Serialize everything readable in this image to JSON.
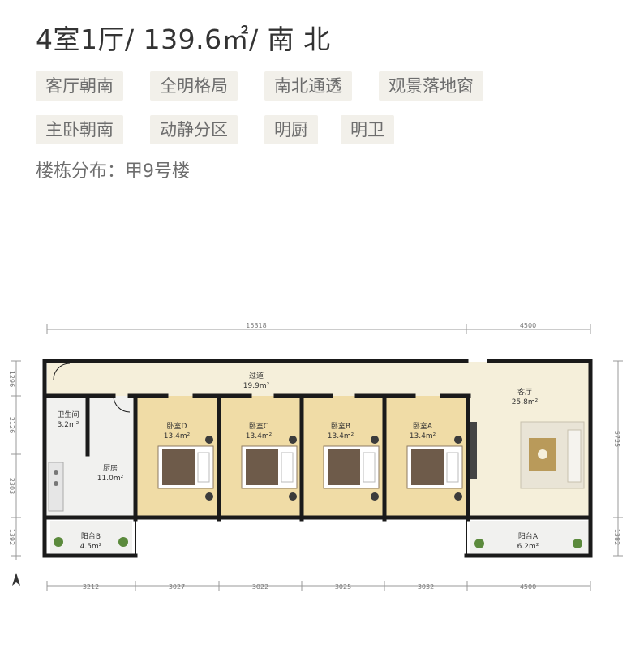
{
  "header": {
    "title": "4室1厅/ 139.6㎡/ 南 北"
  },
  "tags": [
    "客厅朝南",
    "全明格局",
    "南北通透",
    "观景落地窗",
    "主卧朝南",
    "动静分区",
    "明厨",
    "明卫"
  ],
  "building": "楼栋分布：甲9号楼",
  "floorplan": {
    "dims_top": [
      "15318",
      "4500"
    ],
    "dims_bottom": [
      "3212",
      "3027",
      "3022",
      "3025",
      "3032",
      "4500"
    ],
    "dims_left": [
      "1296",
      "2126",
      "2303",
      "1392"
    ],
    "dims_right": [
      "5725",
      "1382"
    ],
    "rooms": {
      "corridor": {
        "name": "过道",
        "area": "19.9m²"
      },
      "living": {
        "name": "客厅",
        "area": "25.8m²"
      },
      "bath": {
        "name": "卫生间",
        "area": "3.2m²"
      },
      "kitchen": {
        "name": "厨房",
        "area": "11.0m²"
      },
      "bedroom_d": {
        "name": "卧室D",
        "area": "13.4m²"
      },
      "bedroom_c": {
        "name": "卧室C",
        "area": "13.4m²"
      },
      "bedroom_b": {
        "name": "卧室B",
        "area": "13.4m²"
      },
      "bedroom_a": {
        "name": "卧室A",
        "area": "13.4m²"
      },
      "balcony_b": {
        "name": "阳台B",
        "area": "4.5m²"
      },
      "balcony_a": {
        "name": "阳台A",
        "area": "6.2m²"
      }
    },
    "colors": {
      "wall": "#1a1a1a",
      "bedroom_floor": "#f0dca6",
      "living_floor": "#f5efda",
      "tile_floor": "#f1f1ef"
    }
  }
}
